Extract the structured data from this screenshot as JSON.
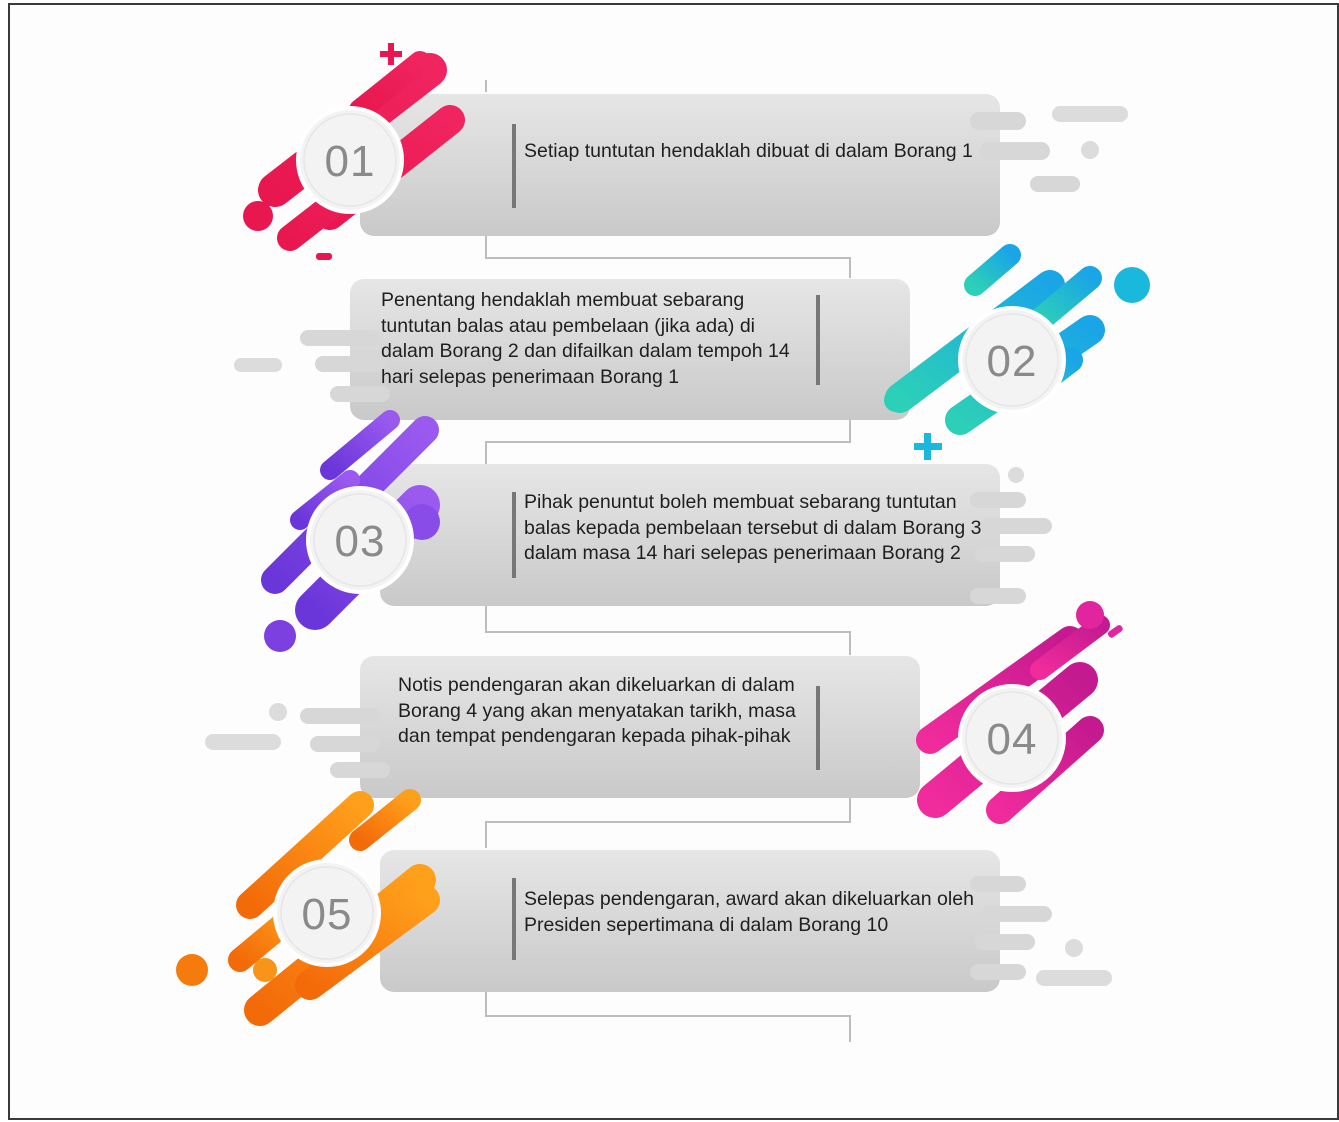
{
  "steps": [
    {
      "number": "01",
      "text": "Setiap tuntutan hendaklah dibuat di dalam Borang 1",
      "color": "#e8174f"
    },
    {
      "number": "02",
      "text": "Penentang hendaklah membuat sebarang tuntutan balas atau pembelaan (jika ada) di dalam Borang 2 dan difailkan dalam tempoh 14 hari selepas penerimaan Borang 1",
      "color": "#1bb8dd"
    },
    {
      "number": "03",
      "text": "Pihak penuntut boleh membuat sebarang tuntutan balas kepada pembelaan tersebut di dalam Borang 3 dalam masa 14 hari selepas penerimaan Borang 2",
      "color": "#7c3fe0"
    },
    {
      "number": "04",
      "text": "Notis pendengaran akan dikeluarkan di dalam Borang 4 yang akan menyatakan tarikh, masa dan tempat pendengaran kepada pihak-pihak",
      "color": "#e0259f"
    },
    {
      "number": "05",
      "text": "Selepas pendengaran, award akan dikeluarkan oleh Presiden sepertimana di dalam Borang 10",
      "color": "#f57c0c"
    }
  ]
}
